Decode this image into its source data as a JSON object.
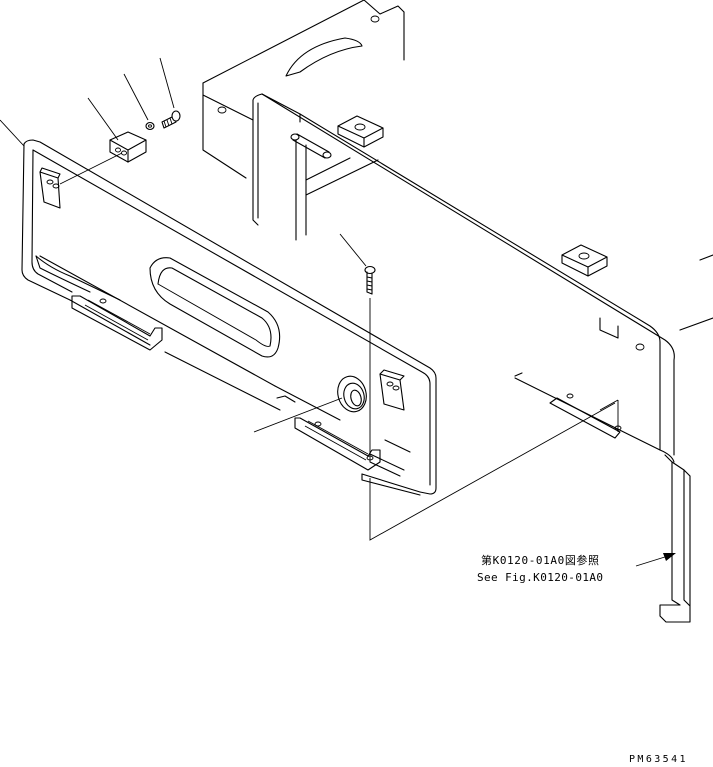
{
  "diagram": {
    "reference_note_jp": "第K0120-01A0図参照",
    "reference_note_en": "See Fig.K0120-01A0",
    "drawing_number": "PM63541"
  }
}
